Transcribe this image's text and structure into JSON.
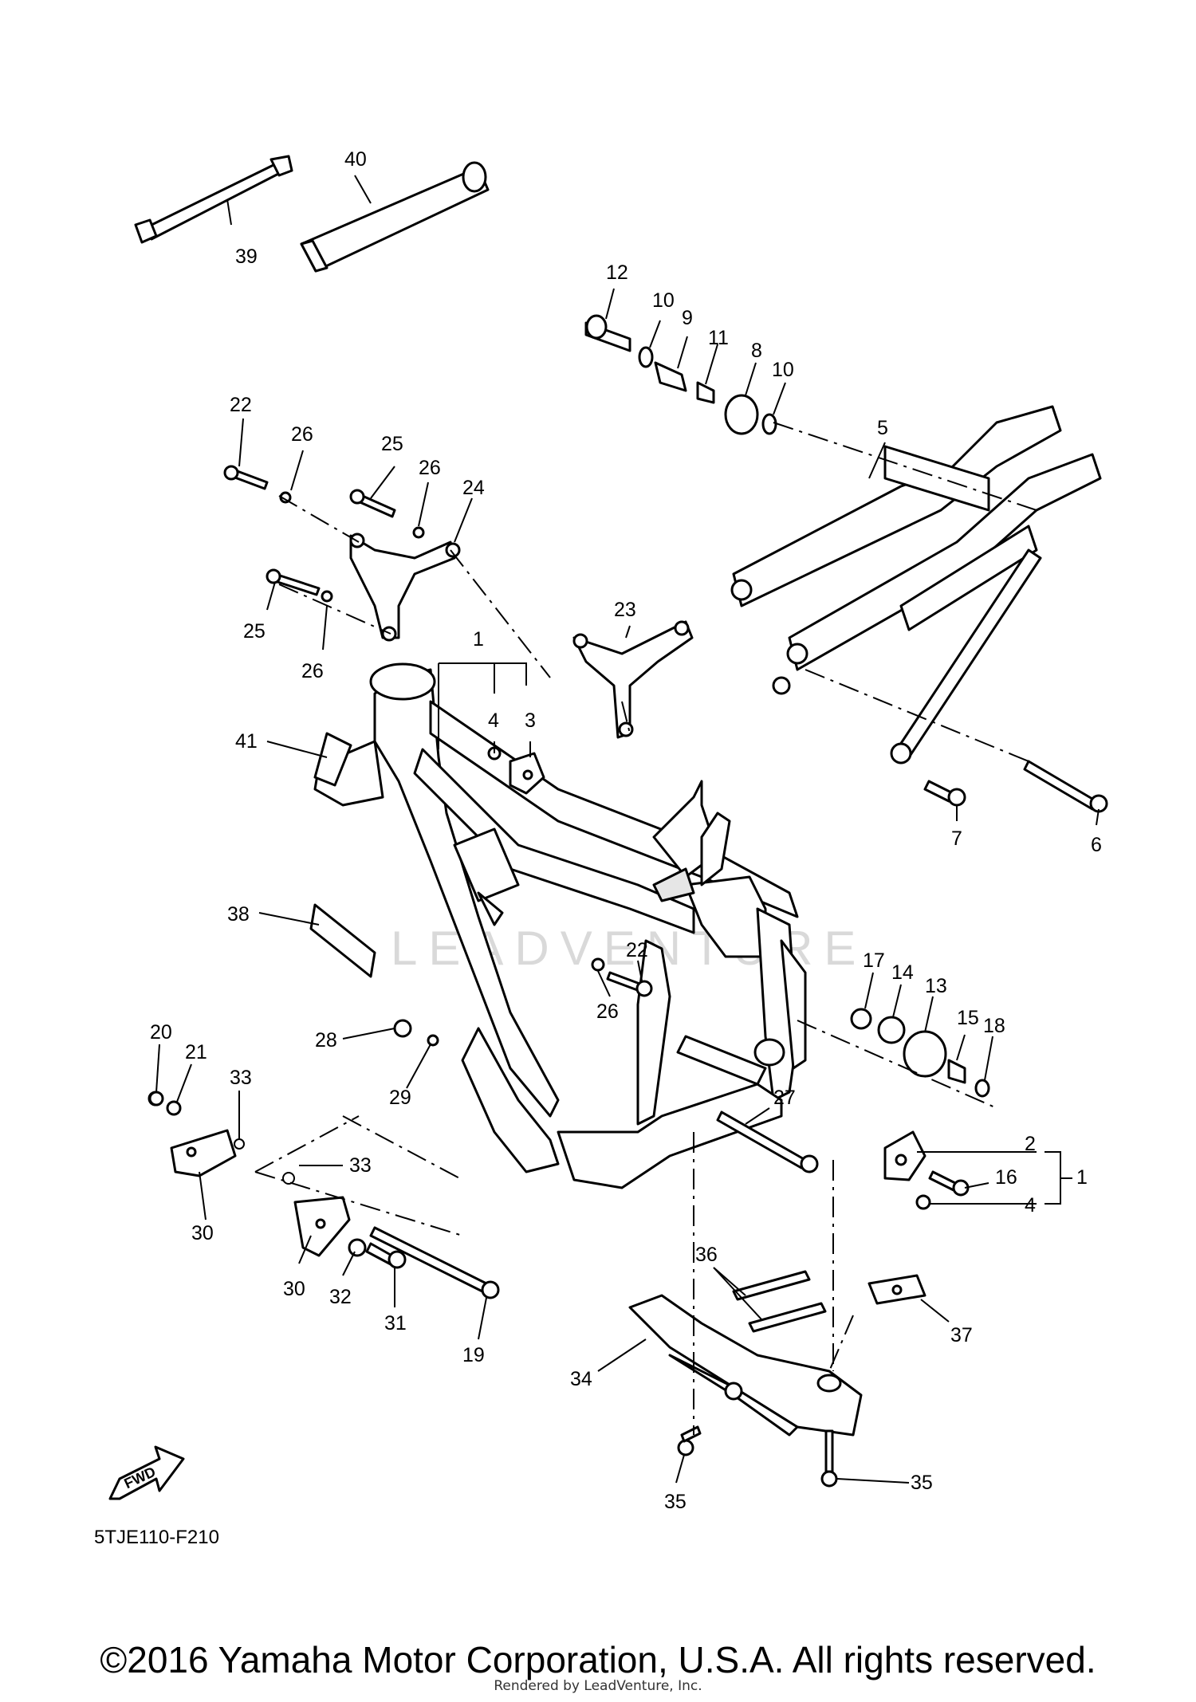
{
  "diagram": {
    "drawing_code": "5TJE110-F210",
    "watermark": "LEADVENTURE",
    "fwd_label": "FWD",
    "callouts": {
      "c40": "40",
      "c39": "39",
      "c12": "12",
      "c10a": "10",
      "c9": "9",
      "c11": "11",
      "c8": "8",
      "c10b": "10",
      "c5": "5",
      "c22a": "22",
      "c26a": "26",
      "c25a": "25",
      "c26b": "26",
      "c24": "24",
      "c25b": "25",
      "c26c": "26",
      "c23": "23",
      "c1a": "1",
      "c4a": "4",
      "c3": "3",
      "c41": "41",
      "c38": "38",
      "c7": "7",
      "c6": "6",
      "c22b": "22",
      "c26d": "26",
      "c17": "17",
      "c14": "14",
      "c13": "13",
      "c15": "15",
      "c18": "18",
      "c20": "20",
      "c21": "21",
      "c33a": "33",
      "c30a": "30",
      "c28": "28",
      "c29": "29",
      "c2": "2",
      "c16": "16",
      "c1b": "1",
      "c4b": "4",
      "c33b": "33",
      "c27": "27",
      "c30b": "30",
      "c32": "32",
      "c31": "31",
      "c19": "19",
      "c36": "36",
      "c37": "37",
      "c34": "34",
      "c35a": "35",
      "c35b": "35"
    }
  },
  "footer": {
    "copyright": "©2016 Yamaha Motor Corporation, U.S.A. All rights reserved.",
    "rendered_by": "Rendered by LeadVenture, Inc."
  }
}
